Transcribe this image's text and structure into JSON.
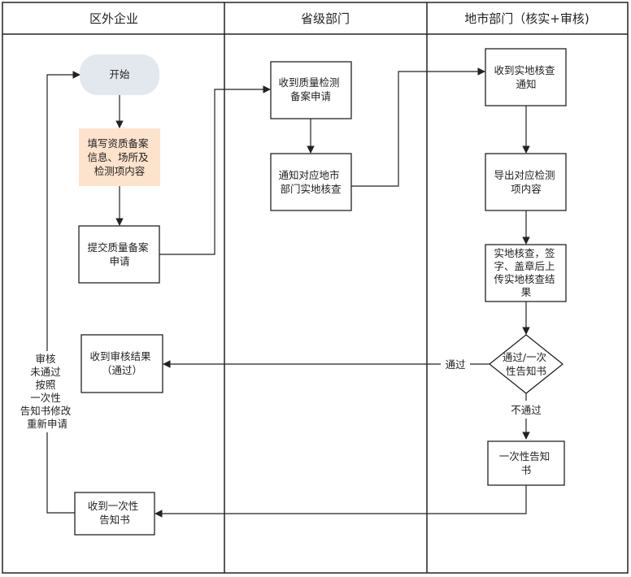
{
  "lanes": [
    {
      "id": "enterprise",
      "title": "区外企业"
    },
    {
      "id": "province",
      "title": "省级部门"
    },
    {
      "id": "city",
      "title": "地市部门（核实+审核)"
    }
  ],
  "nodes": {
    "start": {
      "lines": [
        "开始"
      ]
    },
    "fill_info": {
      "lines": [
        "填写资质备案",
        "信息、场所及",
        "检测项内容"
      ]
    },
    "submit": {
      "lines": [
        "提交质量备案",
        "申请"
      ]
    },
    "receive_result": {
      "lines": [
        "收到审核结果",
        "（通过）"
      ]
    },
    "receive_notice": {
      "lines": [
        "收到一次性",
        "告知书"
      ]
    },
    "prov_receive": {
      "lines": [
        "收到质量检测",
        "备案申请"
      ]
    },
    "prov_notify": {
      "lines": [
        "通知对应地市",
        "部门实地核查"
      ]
    },
    "city_receive": {
      "lines": [
        "收到实地核查",
        "通知"
      ]
    },
    "city_export": {
      "lines": [
        "导出对应检测",
        "项内容"
      ]
    },
    "city_check": {
      "lines": [
        "实地核查，签",
        "字、盖章后上",
        "传实地核查结",
        "果"
      ]
    },
    "decision": {
      "lines": [
        "通过/一次",
        "性告知书"
      ]
    },
    "city_notice": {
      "lines": [
        "一次性告知",
        "书"
      ]
    }
  },
  "edge_labels": {
    "pass": "通过",
    "fail": "不通过",
    "resubmit": [
      "审核",
      "未通过",
      "按照",
      "一次性",
      "告知书修改",
      "重新申请"
    ]
  },
  "colors": {
    "start_fill": "#e3e8ee",
    "highlight_fill": "#fde2cc",
    "line": "#222222"
  }
}
